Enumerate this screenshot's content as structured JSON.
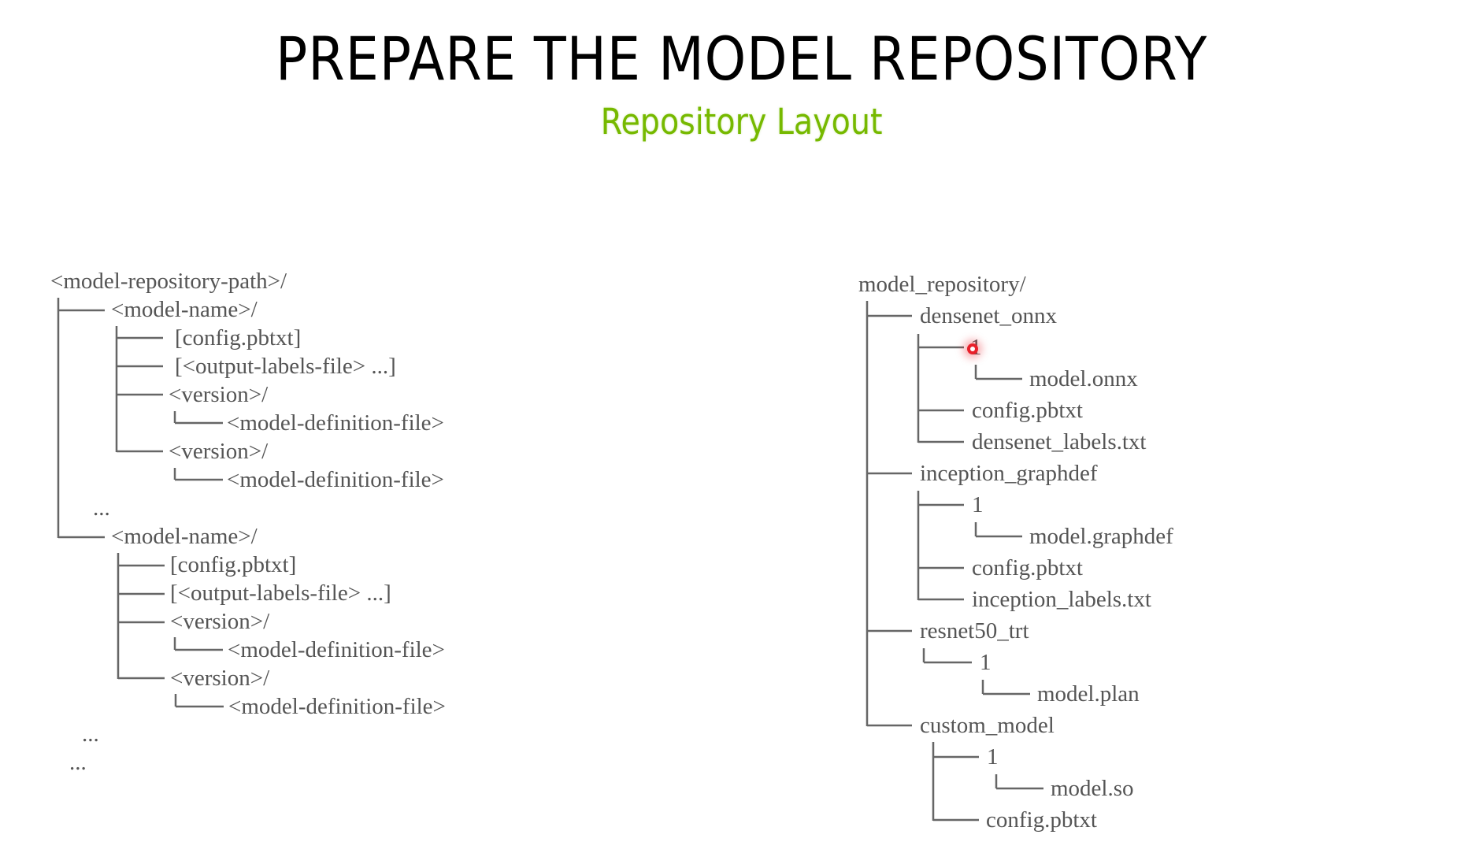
{
  "slide": {
    "title": "PREPARE THE MODEL REPOSITORY",
    "subtitle": "Repository Layout"
  },
  "colors": {
    "title": "#000000",
    "subtitle": "#76b900",
    "tree_text": "#555555",
    "tree_lines": "#666666",
    "cursor": "#e8202a"
  },
  "left_tree": {
    "root": "<model-repository-path>/",
    "model_1": {
      "name": "<model-name>/",
      "config": "[config.pbtxt]",
      "labels": "[<output-labels-file> ...]",
      "version_a": "<version>/",
      "definition_a": "<model-definition-file>",
      "version_b": "<version>/",
      "definition_b": "<model-definition-file>"
    },
    "ellipsis_models": "...",
    "model_2": {
      "name": "<model-name>/",
      "config": "[config.pbtxt]",
      "labels": "[<output-labels-file> ...]",
      "version_a": "<version>/",
      "definition_a": "<model-definition-file>",
      "version_b": "<version>/",
      "definition_b": "<model-definition-file>"
    },
    "ellipsis_1": "...",
    "ellipsis_2": "..."
  },
  "right_tree": {
    "root": "model_repository/",
    "densenet": {
      "name": "densenet_onnx",
      "version": "1",
      "model_file": "model.onnx",
      "config": "config.pbtxt",
      "labels": "densenet_labels.txt"
    },
    "inception": {
      "name": "inception_graphdef",
      "version": "1",
      "model_file": "model.graphdef",
      "config": "config.pbtxt",
      "labels": "inception_labels.txt"
    },
    "resnet": {
      "name": "resnet50_trt",
      "version": "1",
      "model_file": "model.plan"
    },
    "custom": {
      "name": "custom_model",
      "version": "1",
      "model_file": "model.so",
      "config": "config.pbtxt"
    }
  }
}
